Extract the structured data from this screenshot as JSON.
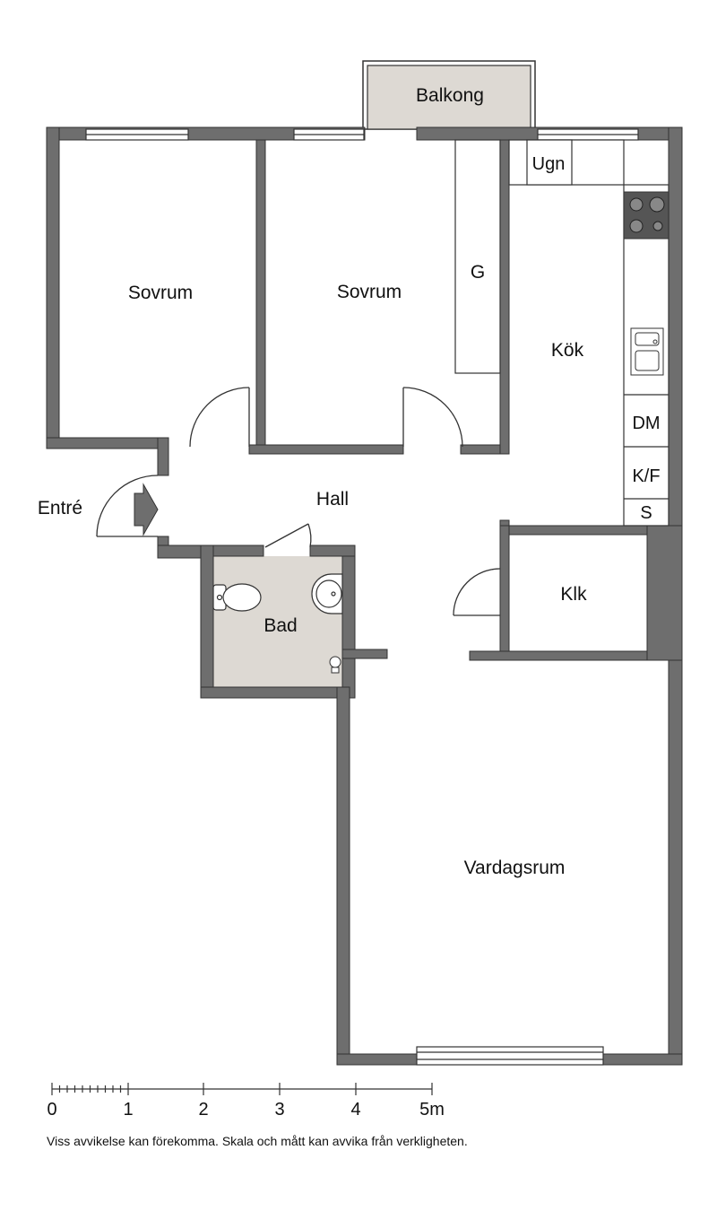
{
  "rooms": {
    "balkong": "Balkong",
    "sovrum_left": "Sovrum",
    "sovrum_mid": "Sovrum",
    "garderob": "G",
    "ugn": "Ugn",
    "kok": "Kök",
    "dm": "DM",
    "kf": "K/F",
    "s": "S",
    "entre": "Entré",
    "hall": "Hall",
    "bad": "Bad",
    "klk": "Klk",
    "vardagsrum": "Vardagsrum"
  },
  "scale": {
    "ticks": [
      "0",
      "1",
      "2",
      "3",
      "4",
      "5m"
    ]
  },
  "disclaimer": "Viss avvikelse kan förekomma. Skala och mått kan avvika från verkligheten.",
  "colors": {
    "wall": "#6e6e6e",
    "wet_room": "#ddd9d3",
    "line": "#333333"
  }
}
